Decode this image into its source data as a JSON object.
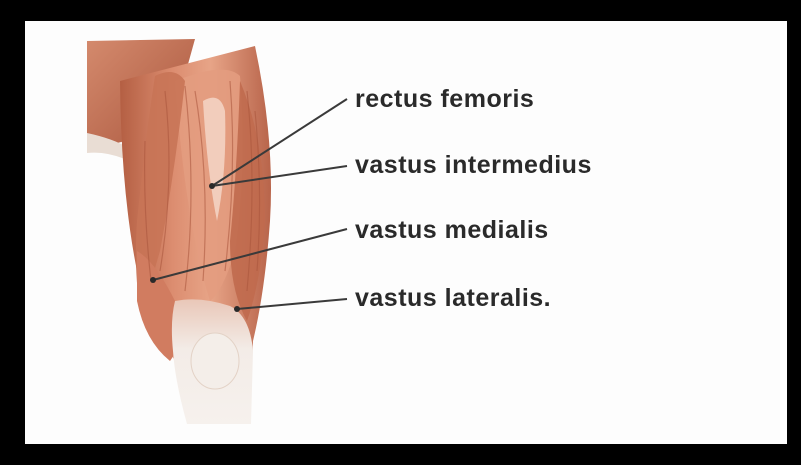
{
  "diagram": {
    "labels": [
      {
        "id": "rectus-femoris",
        "text": "rectus femoris"
      },
      {
        "id": "vastus-intermedius",
        "text": "vastus intermedius"
      },
      {
        "id": "vastus-medialis",
        "text": "vastus medialis"
      },
      {
        "id": "vastus-lateralis",
        "text": "vastus lateralis."
      }
    ],
    "colors": {
      "background": "#fdfdfd",
      "frame": "#000000",
      "muscle_base": "#d9866a",
      "muscle_dark": "#a9553c",
      "muscle_light": "#eeb39b",
      "tendon": "#f1ebe6",
      "leader_line": "#3a3a3a",
      "label_text": "#2a2a2a"
    }
  }
}
